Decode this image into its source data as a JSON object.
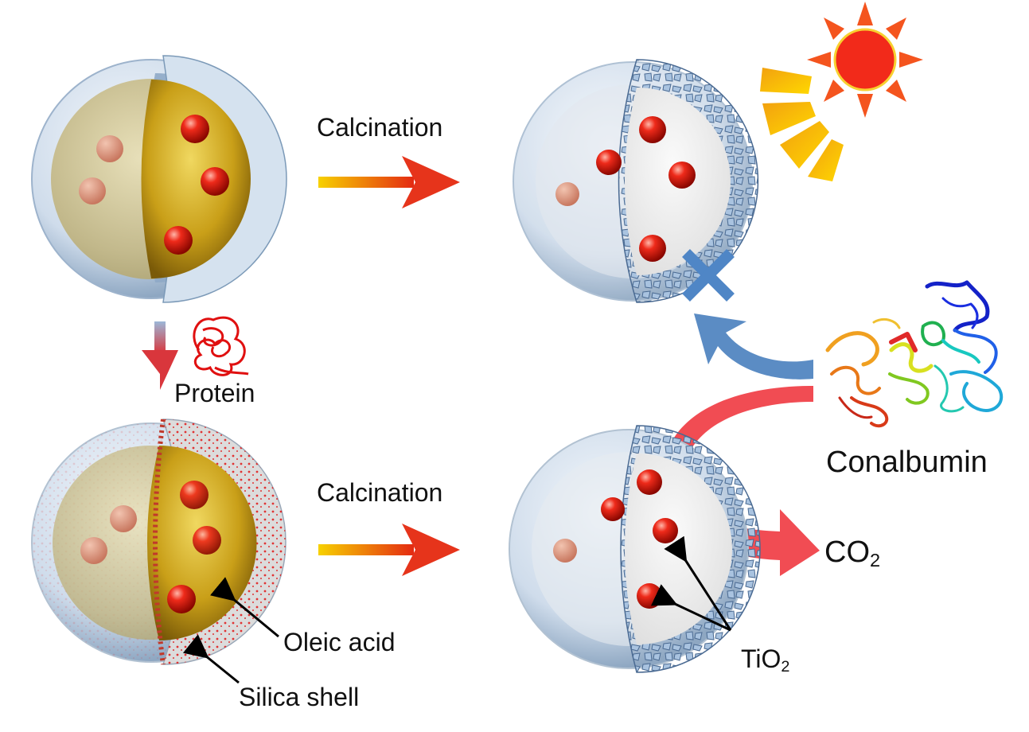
{
  "labels": {
    "calcination_top": "Calcination",
    "calcination_bottom": "Calcination",
    "protein": "Protein",
    "conalbumin": "Conalbumin",
    "co2_main": "CO",
    "co2_sub": "2",
    "oleic_acid": "Oleic acid",
    "silica_shell": "Silica shell",
    "tio2_main": "TiO",
    "tio2_sub": "2"
  },
  "colors": {
    "tio2_particle": "#e01a10",
    "oleic_core": "#c9a010",
    "silica_shell": "#b8cde0",
    "calcination_arrow_start": "#f5c400",
    "calcination_arrow_end": "#e83015",
    "blocked_arrow": "#5b8cc4",
    "co2_arrow": "#f0303a",
    "sun": "#f03a1a",
    "protein_coil": "#e01010"
  },
  "icons": [
    "sun-icon",
    "protein-coil-icon",
    "conalbumin-structure-icon",
    "blocked-cross-icon"
  ]
}
